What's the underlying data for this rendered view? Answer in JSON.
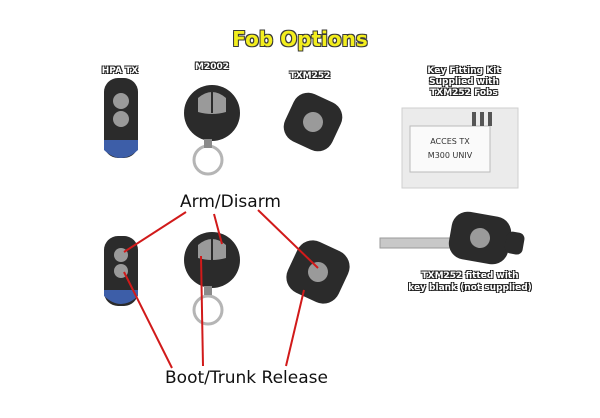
{
  "title": "Fob Options",
  "labels": {
    "hpa_tx": "HPA TX",
    "m2002": "M2002",
    "txm252": "TXM252",
    "kit_line1": "Key Fitting Kit",
    "kit_line2": "Supplied with",
    "kit_line3": "TXM252 Fobs",
    "fitted_line1": "TXM252 fitted with",
    "fitted_line2": "key blank (not supplied)"
  },
  "callouts": {
    "arm_disarm": "Arm/Disarm",
    "boot_release": "Boot/Trunk Release"
  },
  "kit_label": {
    "line1": "ACCES TX",
    "line2": "M300 UNIV"
  },
  "colors": {
    "title_fill": "#f3ee1e",
    "callout_line": "#d11a1a",
    "fob_body": "#2b2b2b",
    "button_grey": "#9a9a9a",
    "hpa_blue": "#3d5ea8"
  }
}
